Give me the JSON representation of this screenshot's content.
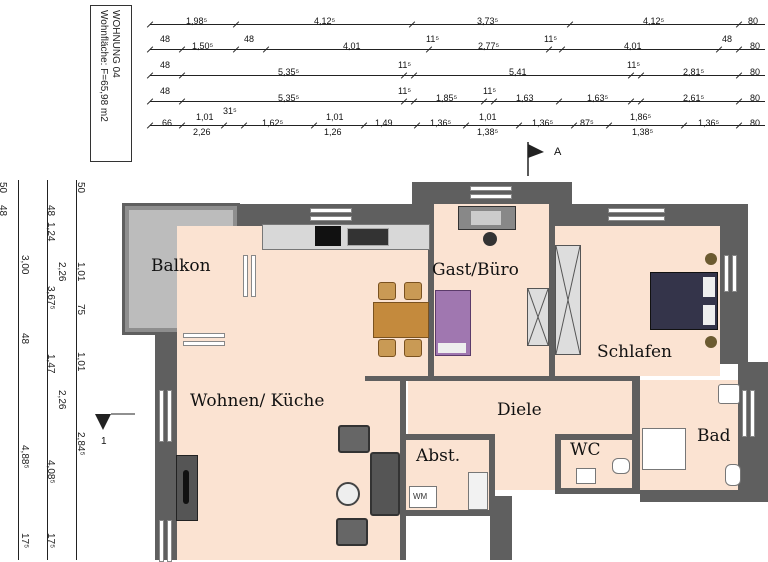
{
  "rooms": {
    "balkon": "Balkon",
    "wohnen": "Wohnen/ Küche",
    "gast": "Gast/Büro",
    "schlafen": "Schlafen",
    "diele": "Diele",
    "bad": "Bad",
    "abst": "Abst.",
    "wc": "WC",
    "wm": "WM"
  },
  "apartment": {
    "name": "WOHNUNG 04",
    "area": "Wohnfläche: F=65,98 m2"
  },
  "top_dims": {
    "row1": [
      "1,98⁵",
      "4,12⁵",
      "3,73⁵",
      "4,12⁵",
      "80"
    ],
    "row2": [
      "48",
      "1,50⁵",
      "48",
      "4,01",
      "11⁵",
      "2,77⁵",
      "11⁵",
      "4,01",
      "48",
      "80"
    ],
    "row3": [
      "48",
      "5,35⁵",
      "11⁵",
      "5,41",
      "11⁵",
      "2,81⁵",
      "80"
    ],
    "row4": [
      "48",
      "5,35⁵",
      "11⁵",
      "1,85⁵",
      "11⁵",
      "1,63",
      "1,63⁵",
      "2,61⁵",
      "80"
    ],
    "row5a": [
      "66",
      "1,01",
      "31⁵",
      "1,62⁵",
      "1,01",
      "1,49",
      "1,36⁵",
      "1,01",
      "1,36⁵",
      "87⁵",
      "1,86⁵",
      "1,36⁵",
      "80"
    ],
    "row5b": [
      "2,26",
      "1,26",
      "1,38⁵",
      "1,38⁵"
    ]
  },
  "left_dims": {
    "col1": [
      "50",
      "48",
      "3,00",
      "48",
      "4,88⁵",
      "17⁵"
    ],
    "col2": [
      "48",
      "1,24",
      "2,26",
      "3,67⁵",
      "1,47",
      "2,26",
      "4,08⁵",
      "17⁵"
    ],
    "col3": [
      "50",
      "1,01",
      "75",
      "1,01",
      "2,84⁵"
    ]
  },
  "section_mark": "A",
  "section_mark_left": "1"
}
